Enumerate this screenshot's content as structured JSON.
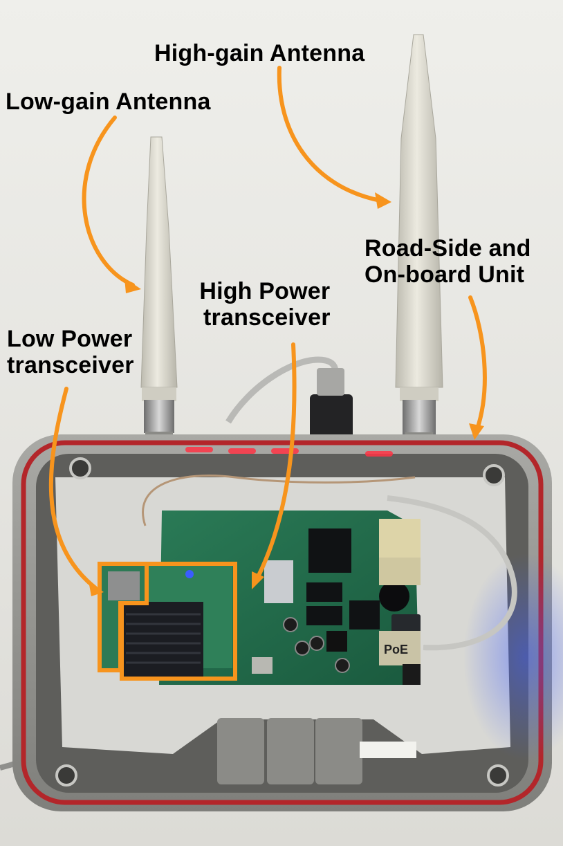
{
  "image": {
    "colors": {
      "wall": "#e9e8e3",
      "arrow": "#f7941d",
      "enclosure": "#9c9c98",
      "seal": "#b3262a",
      "pcb": "#1f6b4a",
      "heatsink": "#1b1d22",
      "antenna": "#d6d4c8",
      "led": "#2a4dff"
    }
  },
  "labels": {
    "high_gain_antenna": "High-gain Antenna",
    "low_gain_antenna": "Low-gain Antenna",
    "road_side_line1": "Road-Side and",
    "road_side_line2": "On-board Unit",
    "high_power_line1": "High Power",
    "high_power_line2": "transceiver",
    "low_power_line1": "Low Power",
    "low_power_line2": "transceiver"
  }
}
